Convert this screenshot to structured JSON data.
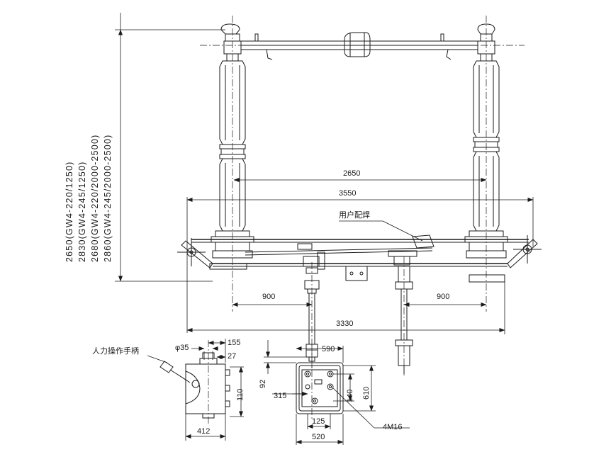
{
  "height_labels": [
    "2650(GW4-220/1250)",
    "2830(GW4-245/1250)",
    "2680(GW4-220/2000-2500)",
    "2860(GW4-245/2000-2500)"
  ],
  "dims": {
    "d2650": "2650",
    "d3550": "3550",
    "d900_left": "900",
    "d900_right": "900",
    "d3330": "3330",
    "d590": "590",
    "d92": "92",
    "d315": "315",
    "d140": "140",
    "d610": "610",
    "d125": "125",
    "d520": "520",
    "phi35": "φ35",
    "d155": "155",
    "d27": "27",
    "d110": "110",
    "d412": "412"
  },
  "labels": {
    "user_weld": "用户配焊",
    "manual_handle": "人力操作手柄",
    "bolt_spec": "4M16"
  }
}
